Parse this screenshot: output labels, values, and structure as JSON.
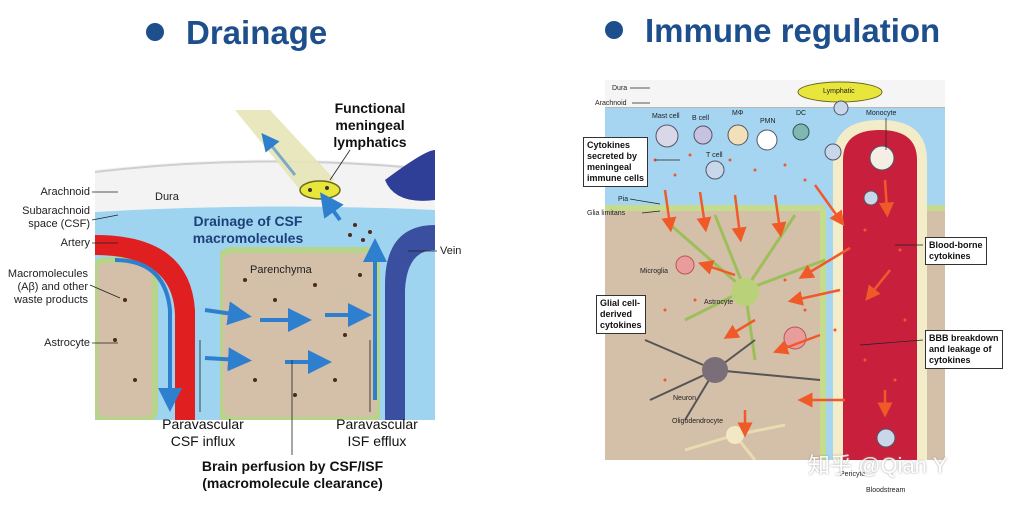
{
  "left": {
    "heading": "Drainage",
    "labels": {
      "arachnoid": "Arachnoid",
      "subarachnoid_1": "Subarachnoid",
      "subarachnoid_2": "space (CSF)",
      "artery": "Artery",
      "macro_1": "Macromolecules",
      "macro_2": "(Aβ) and other",
      "macro_3": "waste products",
      "astrocyte": "Astrocyte",
      "dura": "Dura",
      "parenchyma": "Parenchyma",
      "vein": "Vein",
      "functional_1": "Functional",
      "functional_2": "meningeal",
      "functional_3": "lymphatics",
      "drainage_1": "Drainage of CSF",
      "drainage_2": "macromolecules",
      "influx_1": "Paravascular",
      "influx_2": "CSF influx",
      "efflux_1": "Paravascular",
      "efflux_2": "ISF efflux",
      "perfusion_1": "Brain perfusion by CSF/ISF",
      "perfusion_2": "(macromolecule clearance)"
    },
    "colors": {
      "csf": "#9fd4f0",
      "parenchyma": "#d4bfa9",
      "artery": "#e02020",
      "vein": "#3b4fa0",
      "arrow": "#2f7fcf"
    }
  },
  "right": {
    "heading": "Immune regulation",
    "labels": {
      "dura": "Dura",
      "arachnoid": "Arachnoid",
      "lymphatic": "Lymphatic",
      "mast_cell": "Mast cell",
      "b_cell": "B cell",
      "mphi": "MΦ",
      "pmn": "PMN",
      "dc": "DC",
      "monocyte": "Monocyte",
      "t_cell": "T cell",
      "pia": "Pia",
      "glia_limitans": "Glia limitans",
      "microglia": "Microglia",
      "astrocyte": "Astrocyte",
      "neuron": "Neuron",
      "oligodendrocyte": "Oligodendrocyte",
      "pericyte": "Pericyte",
      "bloodstream": "Bloodstream"
    },
    "boxes": {
      "cytokines_meningeal_1": "Cytokines",
      "cytokines_meningeal_2": "secreted by",
      "cytokines_meningeal_3": "meningeal",
      "cytokines_meningeal_4": "immune cells",
      "glial_1": "Glial cell-",
      "glial_2": "derived",
      "glial_3": "cytokines",
      "blood_1": "Blood-borne",
      "blood_2": "cytokines",
      "bbb_1": "BBB breakdown",
      "bbb_2": "and leakage of",
      "bbb_3": "cytokines"
    },
    "colors": {
      "blood": "#c8203c",
      "arrow": "#f05a28"
    }
  },
  "watermark": "知乎 @Qian Y"
}
